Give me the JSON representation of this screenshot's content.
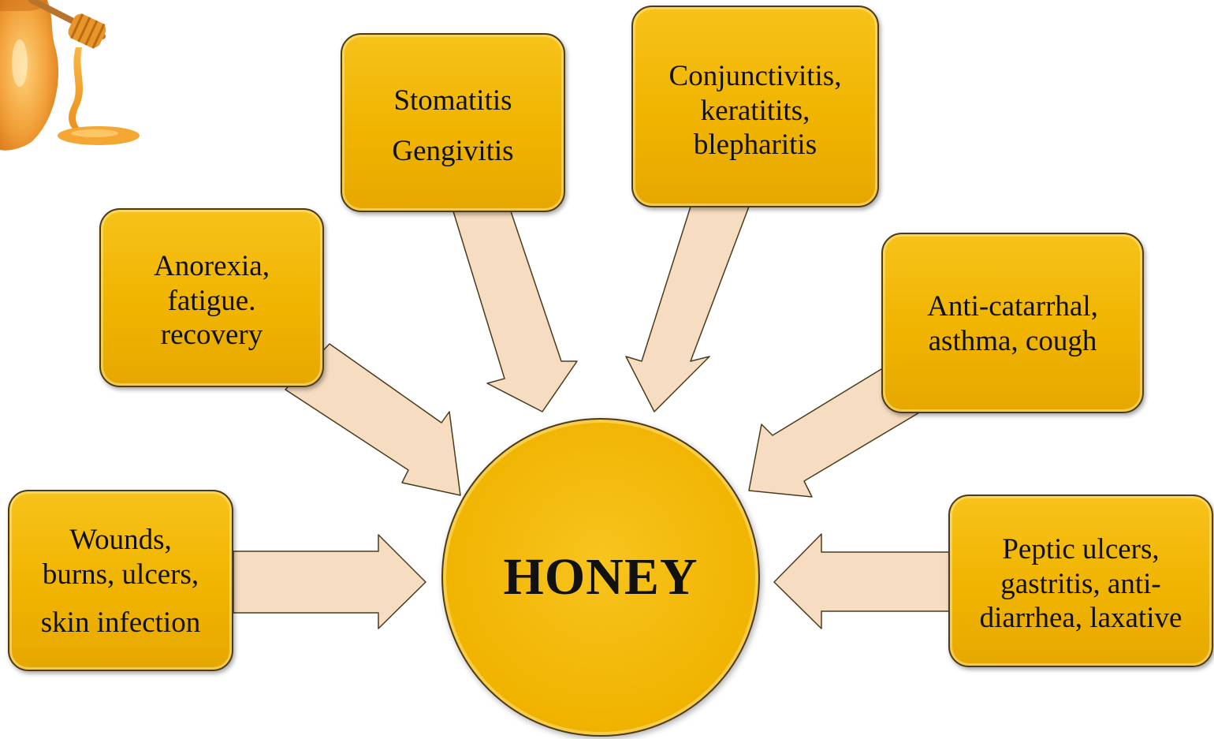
{
  "center": {
    "label": "HONEY"
  },
  "boxes": {
    "stomatitis": {
      "lines": [
        "Stomatitis",
        "Gengivitis"
      ]
    },
    "conjunctivitis": {
      "lines": [
        "Conjunctivitis,",
        "keratitits,",
        "blepharitis"
      ]
    },
    "anorexia": {
      "lines": [
        "Anorexia,",
        "fatigue.",
        "recovery"
      ]
    },
    "catarrhal": {
      "lines": [
        "Anti-catarrhal,",
        "asthma, cough"
      ]
    },
    "wounds": {
      "lines": [
        "Wounds,",
        "burns, ulcers,",
        "skin infection"
      ]
    },
    "peptic": {
      "lines": [
        "Peptic ulcers,",
        "gastritis, anti-",
        "diarrhea, laxative"
      ]
    }
  },
  "colors": {
    "box_fill": "#f0b400",
    "arrow_fill": "#f6dcc0",
    "outline": "#4a3b1c"
  }
}
